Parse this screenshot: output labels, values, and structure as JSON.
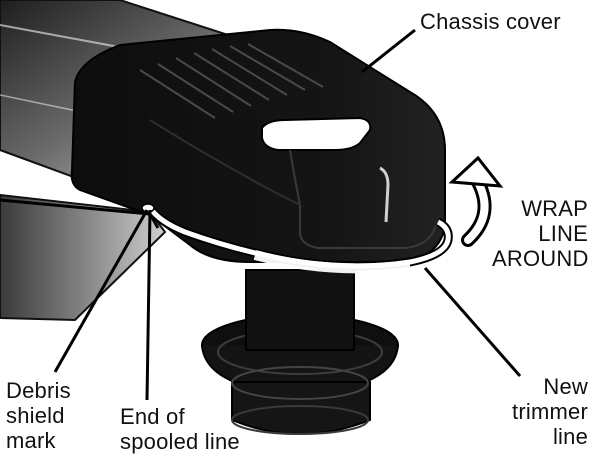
{
  "labels": {
    "chassis_cover": "Chassis cover",
    "wrap_line_around": [
      "WRAP",
      "LINE",
      "AROUND"
    ],
    "debris_shield_mark": [
      "Debris",
      "shield",
      "mark"
    ],
    "end_of_spooled_line": [
      "End of",
      "spooled line"
    ],
    "new_trimmer_line": [
      "New",
      "trimmer",
      "line"
    ]
  }
}
